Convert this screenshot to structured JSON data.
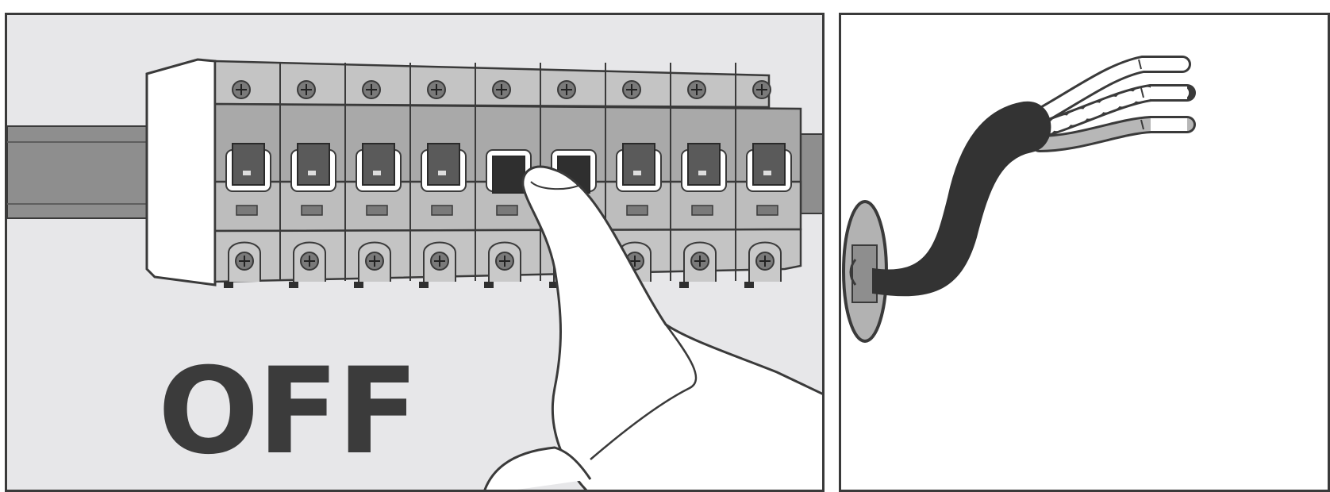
{
  "panels": {
    "left": {
      "label": "OFF"
    },
    "right": {
      "label": ""
    }
  },
  "colors": {
    "ink": "#3a3a3a",
    "panel_bg": "#e7e7e9",
    "breaker_gray": "#a9a9a9",
    "rail_gray": "#8e8e8e",
    "cable_black": "#333333"
  },
  "icons": [
    "breaker-panel",
    "pointing-hand",
    "electrical-cable",
    "wall-outlet-plate"
  ]
}
